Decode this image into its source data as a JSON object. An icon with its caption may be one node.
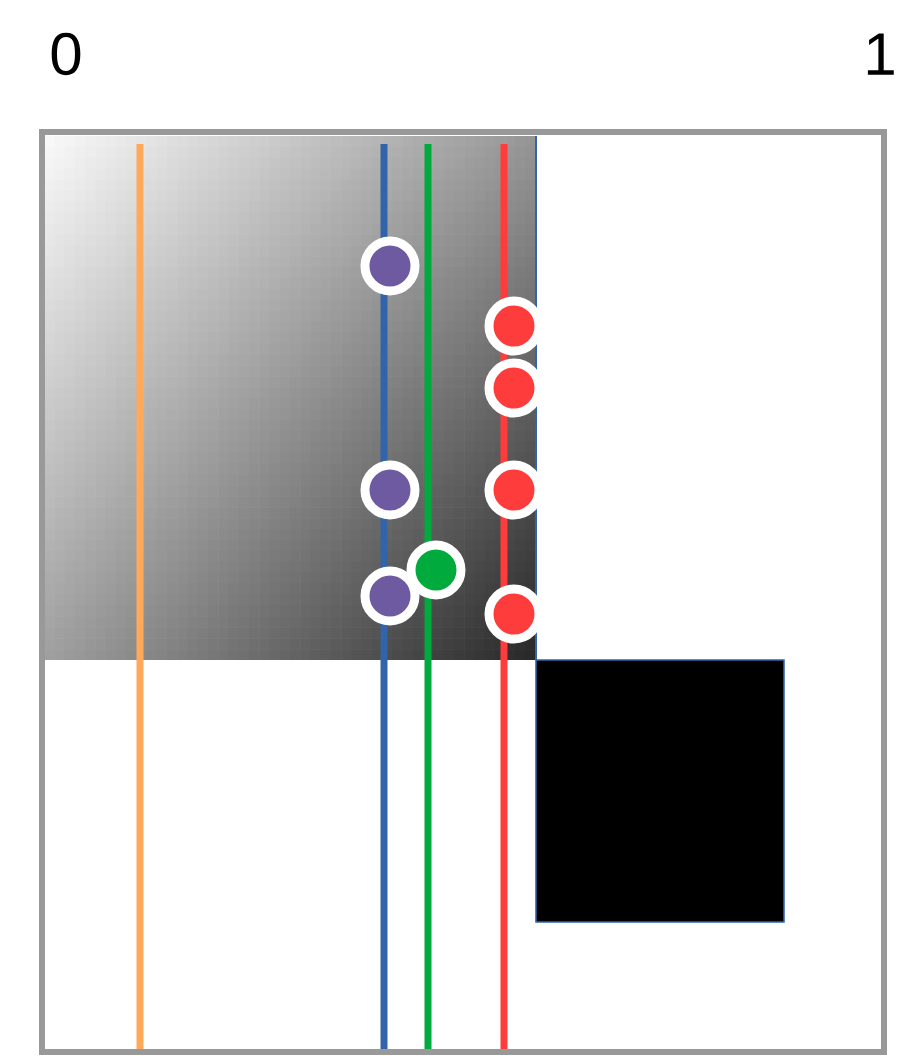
{
  "diagram": {
    "nodes": [
      {
        "text": [],
        "shape": "box"
      }
    ],
    "labels": [
      "0",
      "1"
    ]
  }
}
